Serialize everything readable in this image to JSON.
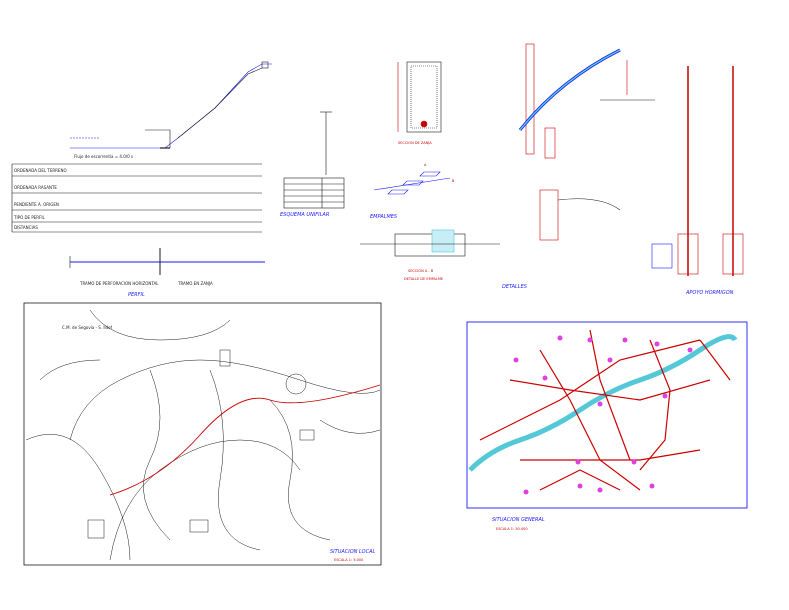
{
  "sheet_title": "",
  "profile": {
    "caption": "PERFIL",
    "flow_label": "Flujo de escorrentia = 4.0/0 s",
    "rows": [
      "ORDENADA DEL TERRENO",
      "ORDENADA RASANTE",
      "PENDIENTE A. ORIGEN",
      "TIPO DE PERFIL",
      "DISTANCIAS"
    ],
    "bottom_labels": [
      "TRAMO DE PERFORACION HORIZONTAL",
      "TRAMO EN ZANJA"
    ]
  },
  "unifilar": {
    "caption": "ESQUEMA UNIFILAR"
  },
  "details": {
    "caption": "DETALLES",
    "zanja_caption": "SECCION DE ZANJA",
    "empalmes_caption": "EMPALMES",
    "seccion_caption": "SECCION A - B",
    "seccion_sub": "DETALLE DE EMPALME",
    "apoyo_caption": "APOYO HORMIGON",
    "label_a": "A",
    "label_b": "B"
  },
  "local_map": {
    "caption": "SITUACION LOCAL",
    "scale": "ESCALA 1: 5.000",
    "road_label": "C.M. de Segovia - S. Ildef"
  },
  "general_map": {
    "caption": "SITUACION GENERAL",
    "scale": "ESCALA 1: 50.000"
  },
  "colors": {
    "ink": "#1a1a1a",
    "red": "#cc0000",
    "blue": "#1a1aff",
    "cyan": "#55c8d8",
    "magenta": "#e040e0",
    "frame": "#1a1aff"
  }
}
